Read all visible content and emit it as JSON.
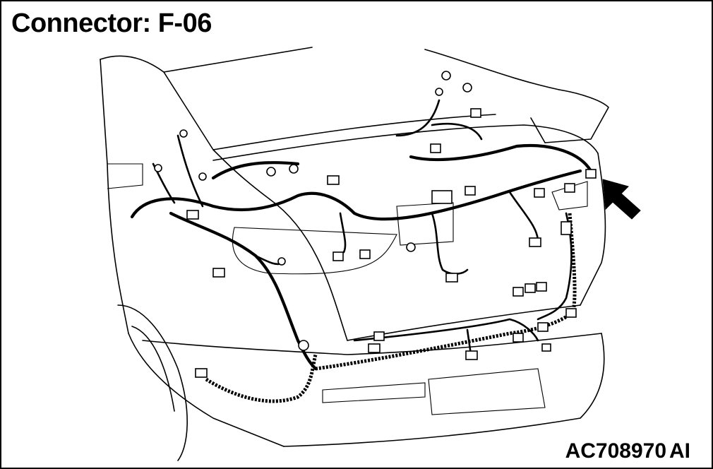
{
  "title": "Connector: F-06",
  "figure_id": "AC708970",
  "figure_suffix": "AI"
}
